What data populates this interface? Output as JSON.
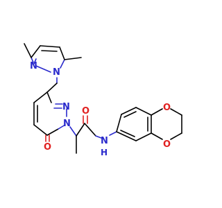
{
  "structure": {
    "atoms": {
      "n_pz1": "N",
      "n_pz2": "N",
      "n_pd1": "N",
      "n_pd2": "N",
      "o_ketone": "O",
      "o_amide": "O",
      "n_amide": "N",
      "h_amide": "H",
      "o_diox1": "O",
      "o_diox2": "O"
    },
    "colors": {
      "carbon_bond": "#000000",
      "nitrogen": "#2a2acc",
      "oxygen": "#e02020",
      "background": "#ffffff"
    }
  }
}
